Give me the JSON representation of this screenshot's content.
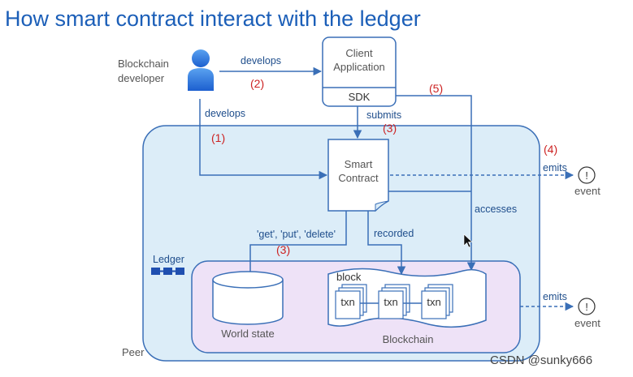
{
  "title": "How smart contract interact with the ledger",
  "actor": {
    "line1": "Blockchain",
    "line2": "developer"
  },
  "client_app": {
    "line1": "Client",
    "line2": "Application",
    "sdk": "SDK"
  },
  "smart_contract": {
    "line1": "Smart",
    "line2": "Contract"
  },
  "labels": {
    "develops_top": "develops",
    "develops_left": "develops",
    "submits": "submits",
    "accesses": "accesses",
    "get_put_delete": "'get', 'put', 'delete'",
    "recorded": "recorded",
    "emits_top": "emits",
    "emits_bottom": "emits",
    "event_top": "event",
    "event_bottom": "event",
    "event_glyph": "!"
  },
  "steps": {
    "s1": "(1)",
    "s2": "(2)",
    "s3a": "(3)",
    "s3b": "(3)",
    "s4": "(4)",
    "s5": "(5)"
  },
  "ledger": {
    "label": "Ledger",
    "world_state": "World state",
    "block": "block",
    "blockchain": "Blockchain",
    "txns": [
      "txn",
      "txn",
      "txn"
    ]
  },
  "peer": "Peer",
  "watermark": "CSDN @sunky666",
  "colors": {
    "peer_fill": "#dcedf8",
    "peer_stroke": "#3a6fb7",
    "ledger_fill": "#eee2f7",
    "accent": "#3a6fb7",
    "title": "#1c5fb8",
    "step_red": "#cc2222"
  }
}
